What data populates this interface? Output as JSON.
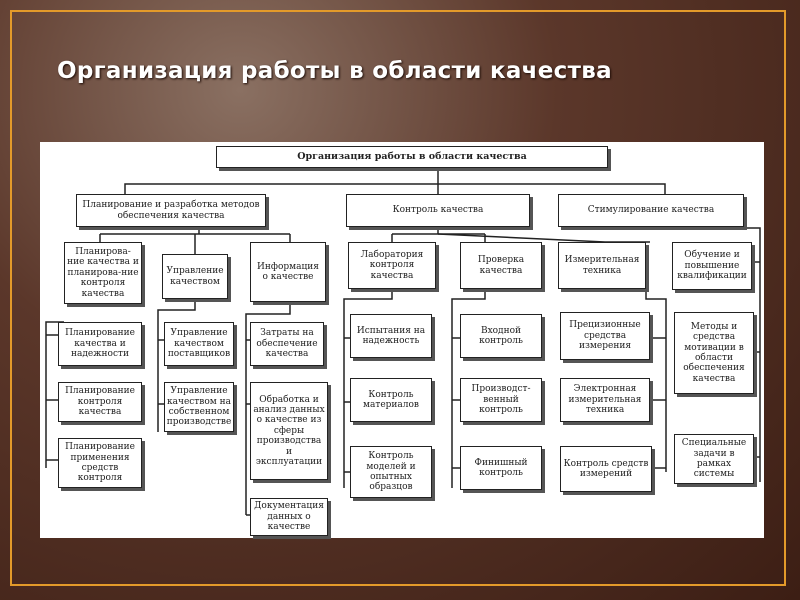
{
  "slide": {
    "title": "Организация работы в области качества"
  },
  "diagram": {
    "root": "Организация работы в области качества",
    "level1": {
      "planning": "Планирование и разработка методов обеспечения качества",
      "control": "Контроль качества",
      "stimulation": "Стимулирование качества"
    },
    "planning": {
      "planning_quality": "Планирова-ние качества и планирова-ние контроля качества",
      "management": "Управление качеством",
      "information": "Информация о качестве",
      "plan_reliability": "Планирование качества и надежности",
      "plan_control": "Планирование контроля качества",
      "plan_tools": "Планирование применения средств контроля",
      "mgmt_suppliers": "Управление качеством поставщиков",
      "mgmt_production": "Управление качеством на собственном производстве",
      "info_costs": "Затраты на обеспечение качества",
      "info_analysis": "Обработка и анализ данных о качестве из сферы производства и эксплуатации",
      "info_docs": "Документация данных о качестве"
    },
    "control": {
      "lab": "Лаборатория контроля качества",
      "inspection": "Проверка качества",
      "measuring": "Измерительная техника",
      "lab_reliability": "Испытания на надежность",
      "lab_materials": "Контроль материалов",
      "lab_models": "Контроль моделей и опытных образцов",
      "insp_input": "Входной контроль",
      "insp_production": "Производст-венный контроль",
      "insp_final": "Финишный контроль",
      "meas_precision": "Прецизионные средства измерения",
      "meas_electronic": "Электронная измерительная техника",
      "meas_control": "Контроль средств измерений"
    },
    "stimulation": {
      "training": "Обучение и повышение квалификации",
      "motivation": "Методы и средства мотивации в области обеспечения качества",
      "special": "Специальные задачи в рамках системы"
    }
  }
}
